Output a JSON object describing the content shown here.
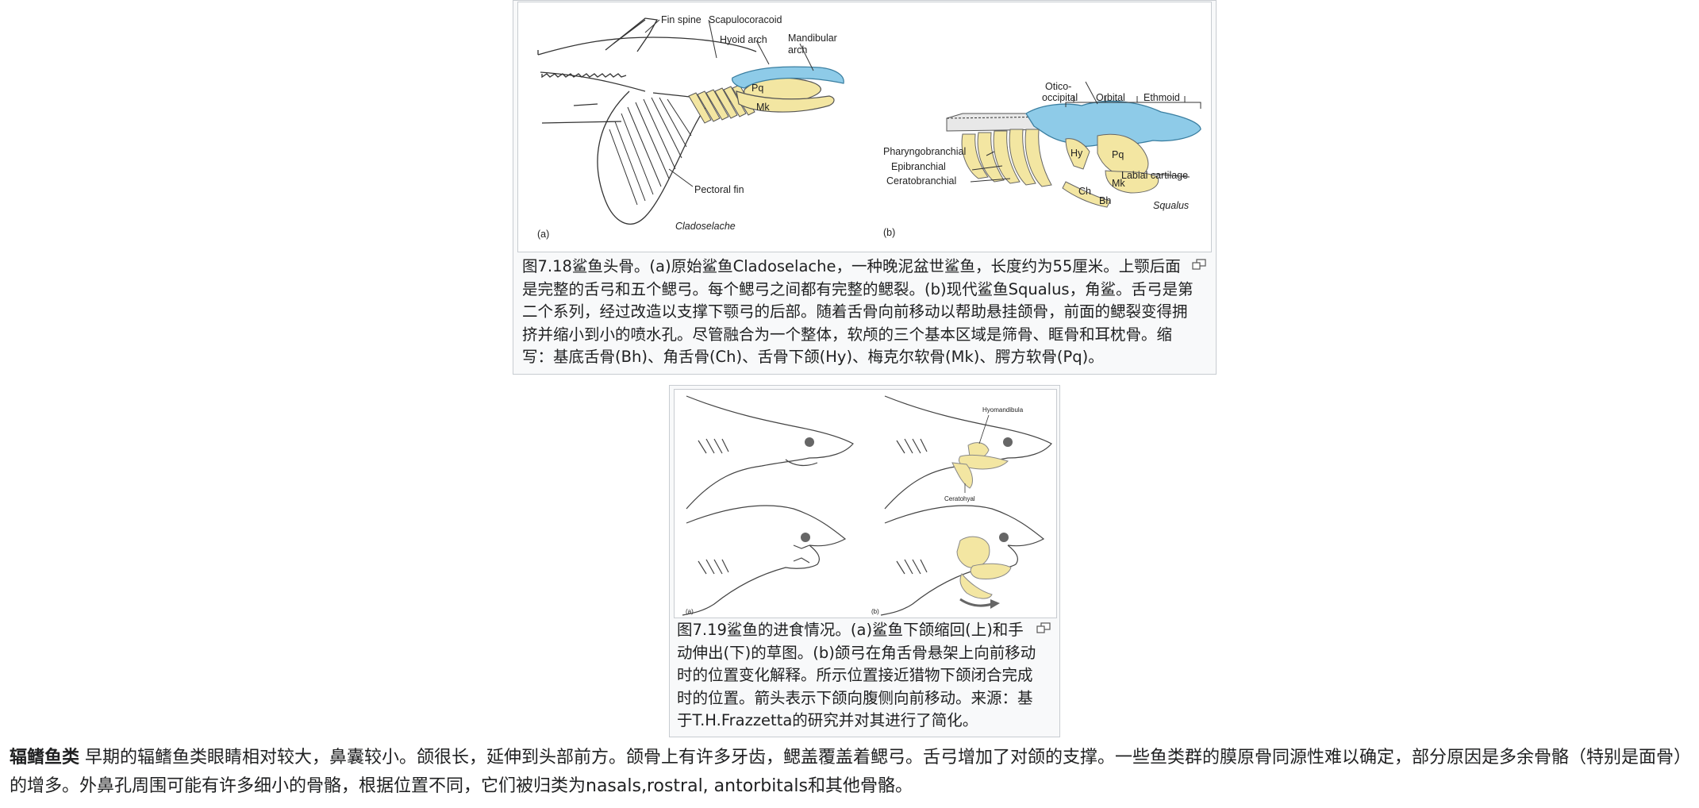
{
  "figure1": {
    "labels": {
      "fin_spine": "Fin spine",
      "scapulocoracoid": "Scapulocoracoid",
      "hyoid_arch": "Hyoid arch",
      "mandibular_arch_1": "Mandibular",
      "mandibular_arch_2": "arch",
      "pq": "Pq",
      "mk": "Mk",
      "pectoral_fin": "Pectoral fin",
      "panel_a": "(a)",
      "cladoselache": "Cladoselache",
      "otico_1": "Otico-",
      "otico_2": "occipital",
      "orbital": "Orbital",
      "ethmoid": "Ethmoid",
      "pharyngobranchial": "Pharyngobranchial",
      "epibranchial": "Epibranchial",
      "ceratobranchial": "Ceratobranchial",
      "hy": "Hy",
      "pq_b": "Pq",
      "mk_b": "Mk",
      "ch": "Ch",
      "bh": "Bh",
      "labial_cartilage": "Labial cartilage",
      "squalus": "Squalus",
      "panel_b": "(b)"
    },
    "caption_lines": [
      "图7.18鲨鱼头骨。(a)原始鲨鱼Cladoselache，一种晚泥盆世鲨鱼，长度约为55厘米。上颚后面",
      "是完整的舌弓和五个鳃弓。每个鳃弓之间都有完整的鳃裂。(b)现代鲨鱼Squalus，角鲨。舌弓是第",
      "二个系列，经过改造以支撑下颚弓的后部。随着舌骨向前移动以帮助悬挂颌骨，前面的鳃裂变得拥",
      "挤并缩小到小的喷水孔。尽管融合为一个整体，软颅的三个基本区域是筛骨、眶骨和耳枕骨。缩",
      "写：基底舌骨(Bh)、角舌骨(Ch)、舌骨下颌(Hy)、梅克尔软骨(Mk)、腭方软骨(Pq)。"
    ]
  },
  "figure2": {
    "labels": {
      "hyomandibula": "Hyomandibula",
      "ceratohyal": "Ceratohyal",
      "panel_a": "(a)",
      "panel_b": "(b)"
    },
    "caption_lines": [
      "图7.19鲨鱼的进食情况。(a)鲨鱼下颌缩回(上)和手",
      "动伸出(下)的草图。(b)颌弓在角舌骨悬架上向前移动",
      "时的位置变化解释。所示位置接近猎物下颌闭合完成",
      "时的位置。箭头表示下颌向腹侧向前移动。来源：基",
      "于T.H.Frazzetta的研究并对其进行了简化。"
    ]
  },
  "paragraph": {
    "bold": "辐鳍鱼类",
    "text": " 早期的辐鳍鱼类眼睛相对较大，鼻囊较小。颌很长，延伸到头部前方。颌骨上有许多牙齿，鳃盖覆盖着鳃弓。舌弓增加了对颌的支撑。一些鱼类群的膜原骨同源性难以确定，部分原因是多余骨骼（特别是面骨）的增多。外鼻孔周围可能有许多细小的骨骼，根据位置不同，它们被归类为nasals,rostral, antorbitals和其他骨骼。"
  },
  "colors": {
    "bone_yellow": "#f3e6a2",
    "cranium_blue": "#8ecbe8",
    "caption_bg": "#f8f9fa",
    "border": "#c8ccd1",
    "text": "#202122"
  },
  "icons": [
    "enlarge-icon"
  ]
}
